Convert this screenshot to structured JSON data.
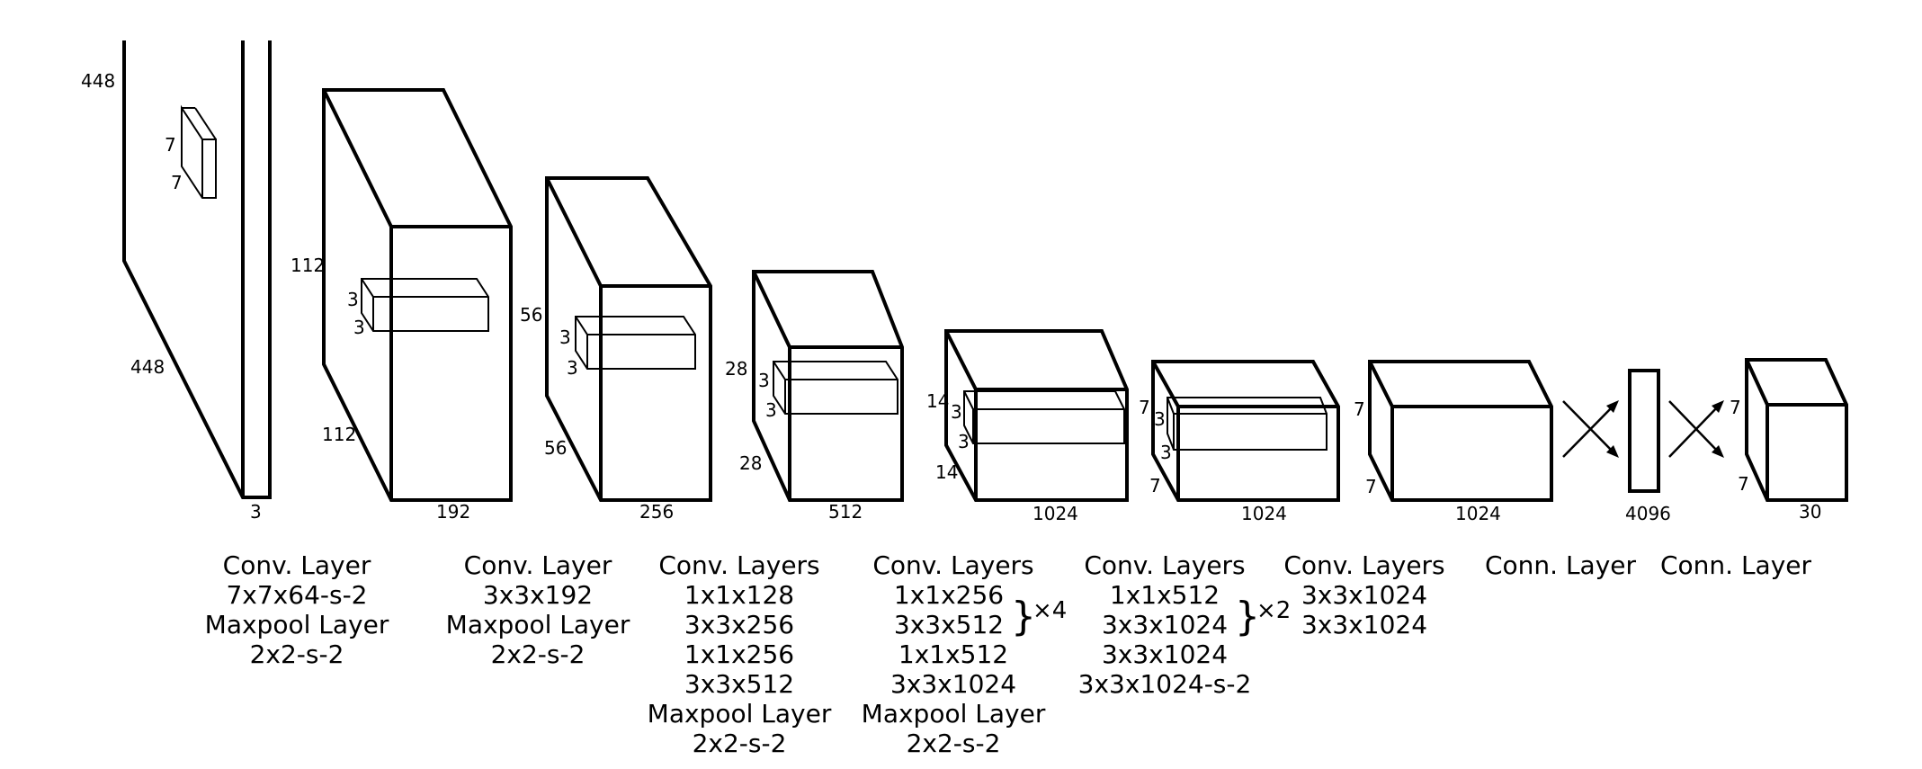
{
  "layers": [
    {
      "id": "input",
      "dims": {
        "height": "448",
        "width": "448",
        "depth": "3"
      },
      "kernel": {
        "h": "7",
        "w": "7"
      },
      "caption": [
        "Conv. Layer",
        "7x7x64-s-2",
        "Maxpool Layer",
        "2x2-s-2"
      ]
    },
    {
      "id": "block2",
      "dims": {
        "height": "112",
        "width": "112",
        "depth": "192"
      },
      "kernel": {
        "h": "3",
        "w": "3"
      },
      "caption": [
        "Conv. Layer",
        "3x3x192",
        "Maxpool Layer",
        "2x2-s-2"
      ]
    },
    {
      "id": "block3",
      "dims": {
        "height": "56",
        "width": "56",
        "depth": "256"
      },
      "kernel": {
        "h": "3",
        "w": "3"
      },
      "caption": [
        "Conv. Layers",
        "1x1x128",
        "3x3x256",
        "1x1x256",
        "3x3x512",
        "Maxpool Layer",
        "2x2-s-2"
      ]
    },
    {
      "id": "block4",
      "dims": {
        "height": "28",
        "width": "28",
        "depth": "512"
      },
      "kernel": {
        "h": "3",
        "w": "3"
      },
      "caption": [
        "Conv. Layers",
        "1x1x256",
        "3x3x512",
        "1x1x512",
        "3x3x1024",
        "Maxpool Layer",
        "2x2-s-2"
      ],
      "repeat": {
        "brace": "}",
        "times": "×4"
      }
    },
    {
      "id": "block5",
      "dims": {
        "height": "14",
        "width": "14",
        "depth": "1024"
      },
      "kernel": {
        "h": "3",
        "w": "3"
      },
      "caption": [
        "Conv. Layers",
        "1x1x512",
        "3x3x1024",
        "3x3x1024",
        "3x3x1024-s-2"
      ],
      "repeat": {
        "brace": "}",
        "times": "×2"
      }
    },
    {
      "id": "block6",
      "dims": {
        "height": "7",
        "width": "7",
        "depth": "1024"
      },
      "kernel": {
        "h": "3",
        "w": "3"
      },
      "caption": [
        "Conv. Layers",
        "3x3x1024",
        "3x3x1024"
      ]
    },
    {
      "id": "block7",
      "dims": {
        "height": "7",
        "width": "7",
        "depth": "1024"
      },
      "caption": [
        "Conn. Layer"
      ]
    },
    {
      "id": "fc",
      "dims": {
        "depth": "4096"
      },
      "caption": [
        "Conn. Layer"
      ]
    },
    {
      "id": "output",
      "dims": {
        "height": "7",
        "width": "7",
        "depth": "30"
      }
    }
  ]
}
